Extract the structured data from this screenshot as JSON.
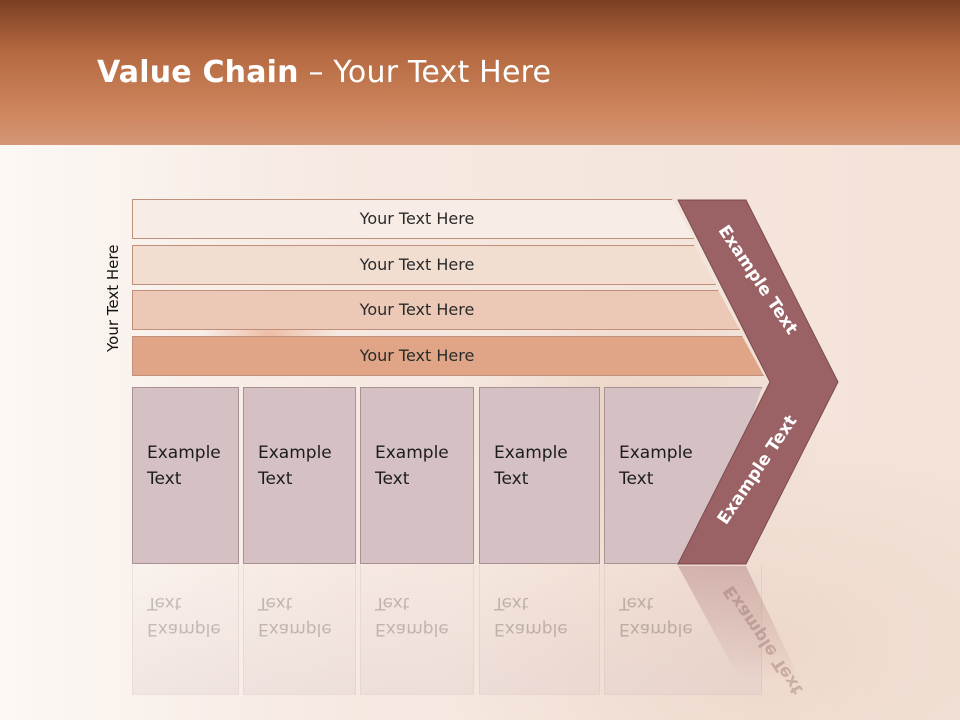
{
  "slide": {
    "title_bold": "Value Chain",
    "title_rest": " – Your Text Here",
    "side_label": "Your Text Here"
  },
  "bands": [
    {
      "label": "Your Text Here"
    },
    {
      "label": "Your Text Here"
    },
    {
      "label": "Your Text Here"
    },
    {
      "label": "Your Text Here"
    }
  ],
  "boxes": [
    {
      "line1": "Example",
      "line2": "Text"
    },
    {
      "line1": "Example",
      "line2": "Text"
    },
    {
      "line1": "Example",
      "line2": "Text"
    },
    {
      "line1": "Example",
      "line2": "Text"
    },
    {
      "line1": "Example",
      "line2": "Text"
    }
  ],
  "chevron": {
    "upper_label": "Example Text",
    "lower_label": "Example Text",
    "color": "#9b6265"
  },
  "colors": {
    "header_dark": "#7a3f22",
    "header_light": "#d59676",
    "band1": "#f8ece6",
    "band2": "#f2ddd1",
    "band3": "#ebc9b6",
    "band4": "#dfa586",
    "box": "#d5c1c3"
  }
}
